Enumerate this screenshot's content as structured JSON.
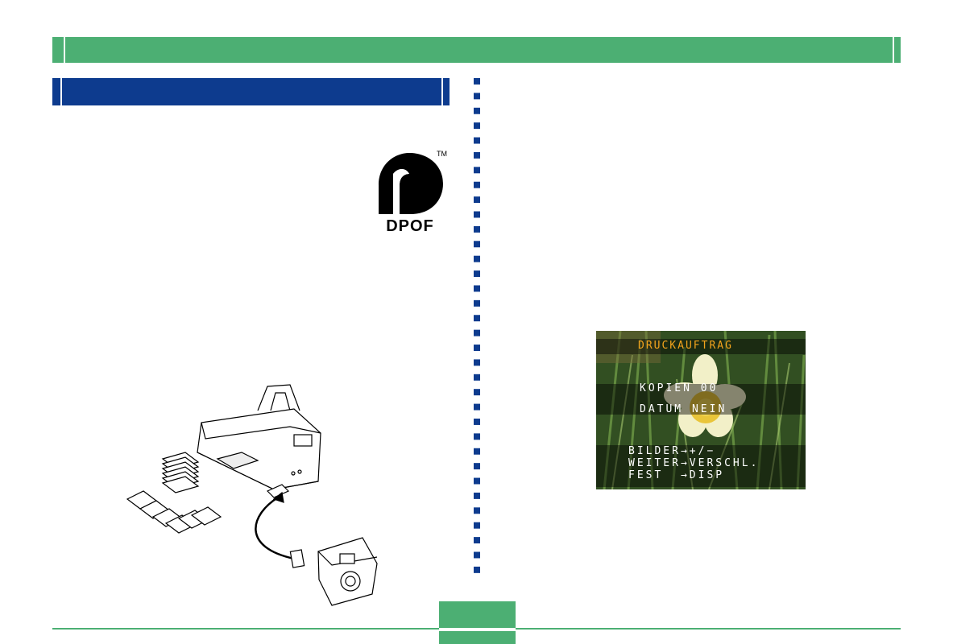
{
  "header": {
    "chapter_title": ""
  },
  "section": {
    "title": ""
  },
  "logo": {
    "text": "DPOF",
    "trademark": "TM"
  },
  "lcd": {
    "title": "DRUCKAUFTRAG",
    "copies": "KOPIEN 00",
    "date": "DATUM NEIN",
    "line1": "BILDER→+/−",
    "line2": "WEITER→VERSCHL.",
    "line3": "FEST  →DISP"
  },
  "footer": {
    "page_number": ""
  },
  "colors": {
    "green": "#4caf73",
    "blue": "#0d3b8e",
    "title_orange": "#f3a41c"
  }
}
